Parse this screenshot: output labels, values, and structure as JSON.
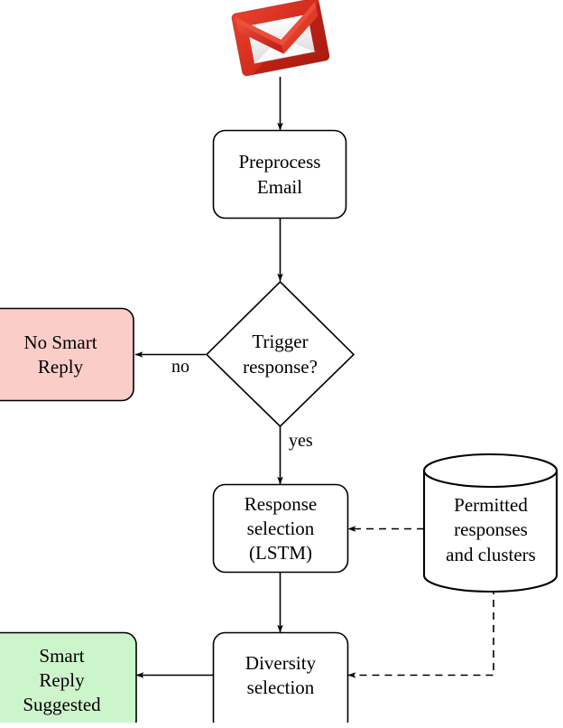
{
  "diagram": {
    "title": "Smart Reply pipeline flowchart",
    "type": "flowchart",
    "colors": {
      "stroke": "#000000",
      "background": "#ffffff",
      "pink_fill": "#fbcdc8",
      "green_fill": "#cdf5cc",
      "white_fill": "#ffffff",
      "gmail_red": "#d93025",
      "gmail_red_dark": "#b31412",
      "gmail_red_light": "#ea4335",
      "envelope_white": "#f5f5f5"
    },
    "nodes": [
      {
        "id": "gmail",
        "shape": "icon",
        "icon": "gmail-envelope-icon",
        "label_lines": []
      },
      {
        "id": "preprocess",
        "shape": "rounded-rect",
        "fill": "white",
        "label_lines": [
          "Preprocess",
          "Email"
        ],
        "line1": "Preprocess",
        "line2": "Email"
      },
      {
        "id": "trigger",
        "shape": "diamond",
        "fill": "white",
        "label_lines": [
          "Trigger",
          "response?"
        ],
        "line1": "Trigger",
        "line2": "response?"
      },
      {
        "id": "no-smart-reply",
        "shape": "rounded-rect",
        "fill": "pink",
        "label_lines": [
          "No Smart",
          "Reply"
        ],
        "line1": "No Smart",
        "line2": "Reply"
      },
      {
        "id": "response-selection",
        "shape": "rounded-rect",
        "fill": "white",
        "label_lines": [
          "Response",
          "selection",
          "(LSTM)"
        ],
        "line1": "Response",
        "line2": "selection",
        "line3": "(LSTM)"
      },
      {
        "id": "permitted-responses",
        "shape": "cylinder",
        "fill": "white",
        "label_lines": [
          "Permitted",
          "responses",
          "and clusters"
        ],
        "line1": "Permitted",
        "line2": "responses",
        "line3": "and clusters"
      },
      {
        "id": "diversity-selection",
        "shape": "rounded-rect",
        "fill": "white",
        "label_lines": [
          "Diversity",
          "selection"
        ],
        "line1": "Diversity",
        "line2": "selection"
      },
      {
        "id": "smart-reply-suggested",
        "shape": "rounded-rect",
        "fill": "green",
        "label_lines": [
          "Smart",
          "Reply",
          "Suggested"
        ],
        "line1": "Smart",
        "line2": "Reply",
        "line3": "Suggested"
      }
    ],
    "edges": [
      {
        "id": "gmail-to-preprocess",
        "from": "gmail",
        "to": "preprocess",
        "style": "solid",
        "label": ""
      },
      {
        "id": "preprocess-to-trigger",
        "from": "preprocess",
        "to": "trigger",
        "style": "solid",
        "label": ""
      },
      {
        "id": "trigger-to-no-smart-reply",
        "from": "trigger",
        "to": "no-smart-reply",
        "style": "solid",
        "label": "no"
      },
      {
        "id": "trigger-to-response-selection",
        "from": "trigger",
        "to": "response-selection",
        "style": "solid",
        "label": "yes"
      },
      {
        "id": "response-selection-to-diversity",
        "from": "response-selection",
        "to": "diversity-selection",
        "style": "solid",
        "label": ""
      },
      {
        "id": "diversity-to-smart-reply",
        "from": "diversity-selection",
        "to": "smart-reply-suggested",
        "style": "solid",
        "label": ""
      },
      {
        "id": "db-to-response-selection",
        "from": "permitted-responses",
        "to": "response-selection",
        "style": "dashed",
        "label": ""
      },
      {
        "id": "db-to-diversity",
        "from": "permitted-responses",
        "to": "diversity-selection",
        "style": "dashed",
        "label": ""
      }
    ],
    "edge_labels": {
      "no": "no",
      "yes": "yes"
    }
  }
}
